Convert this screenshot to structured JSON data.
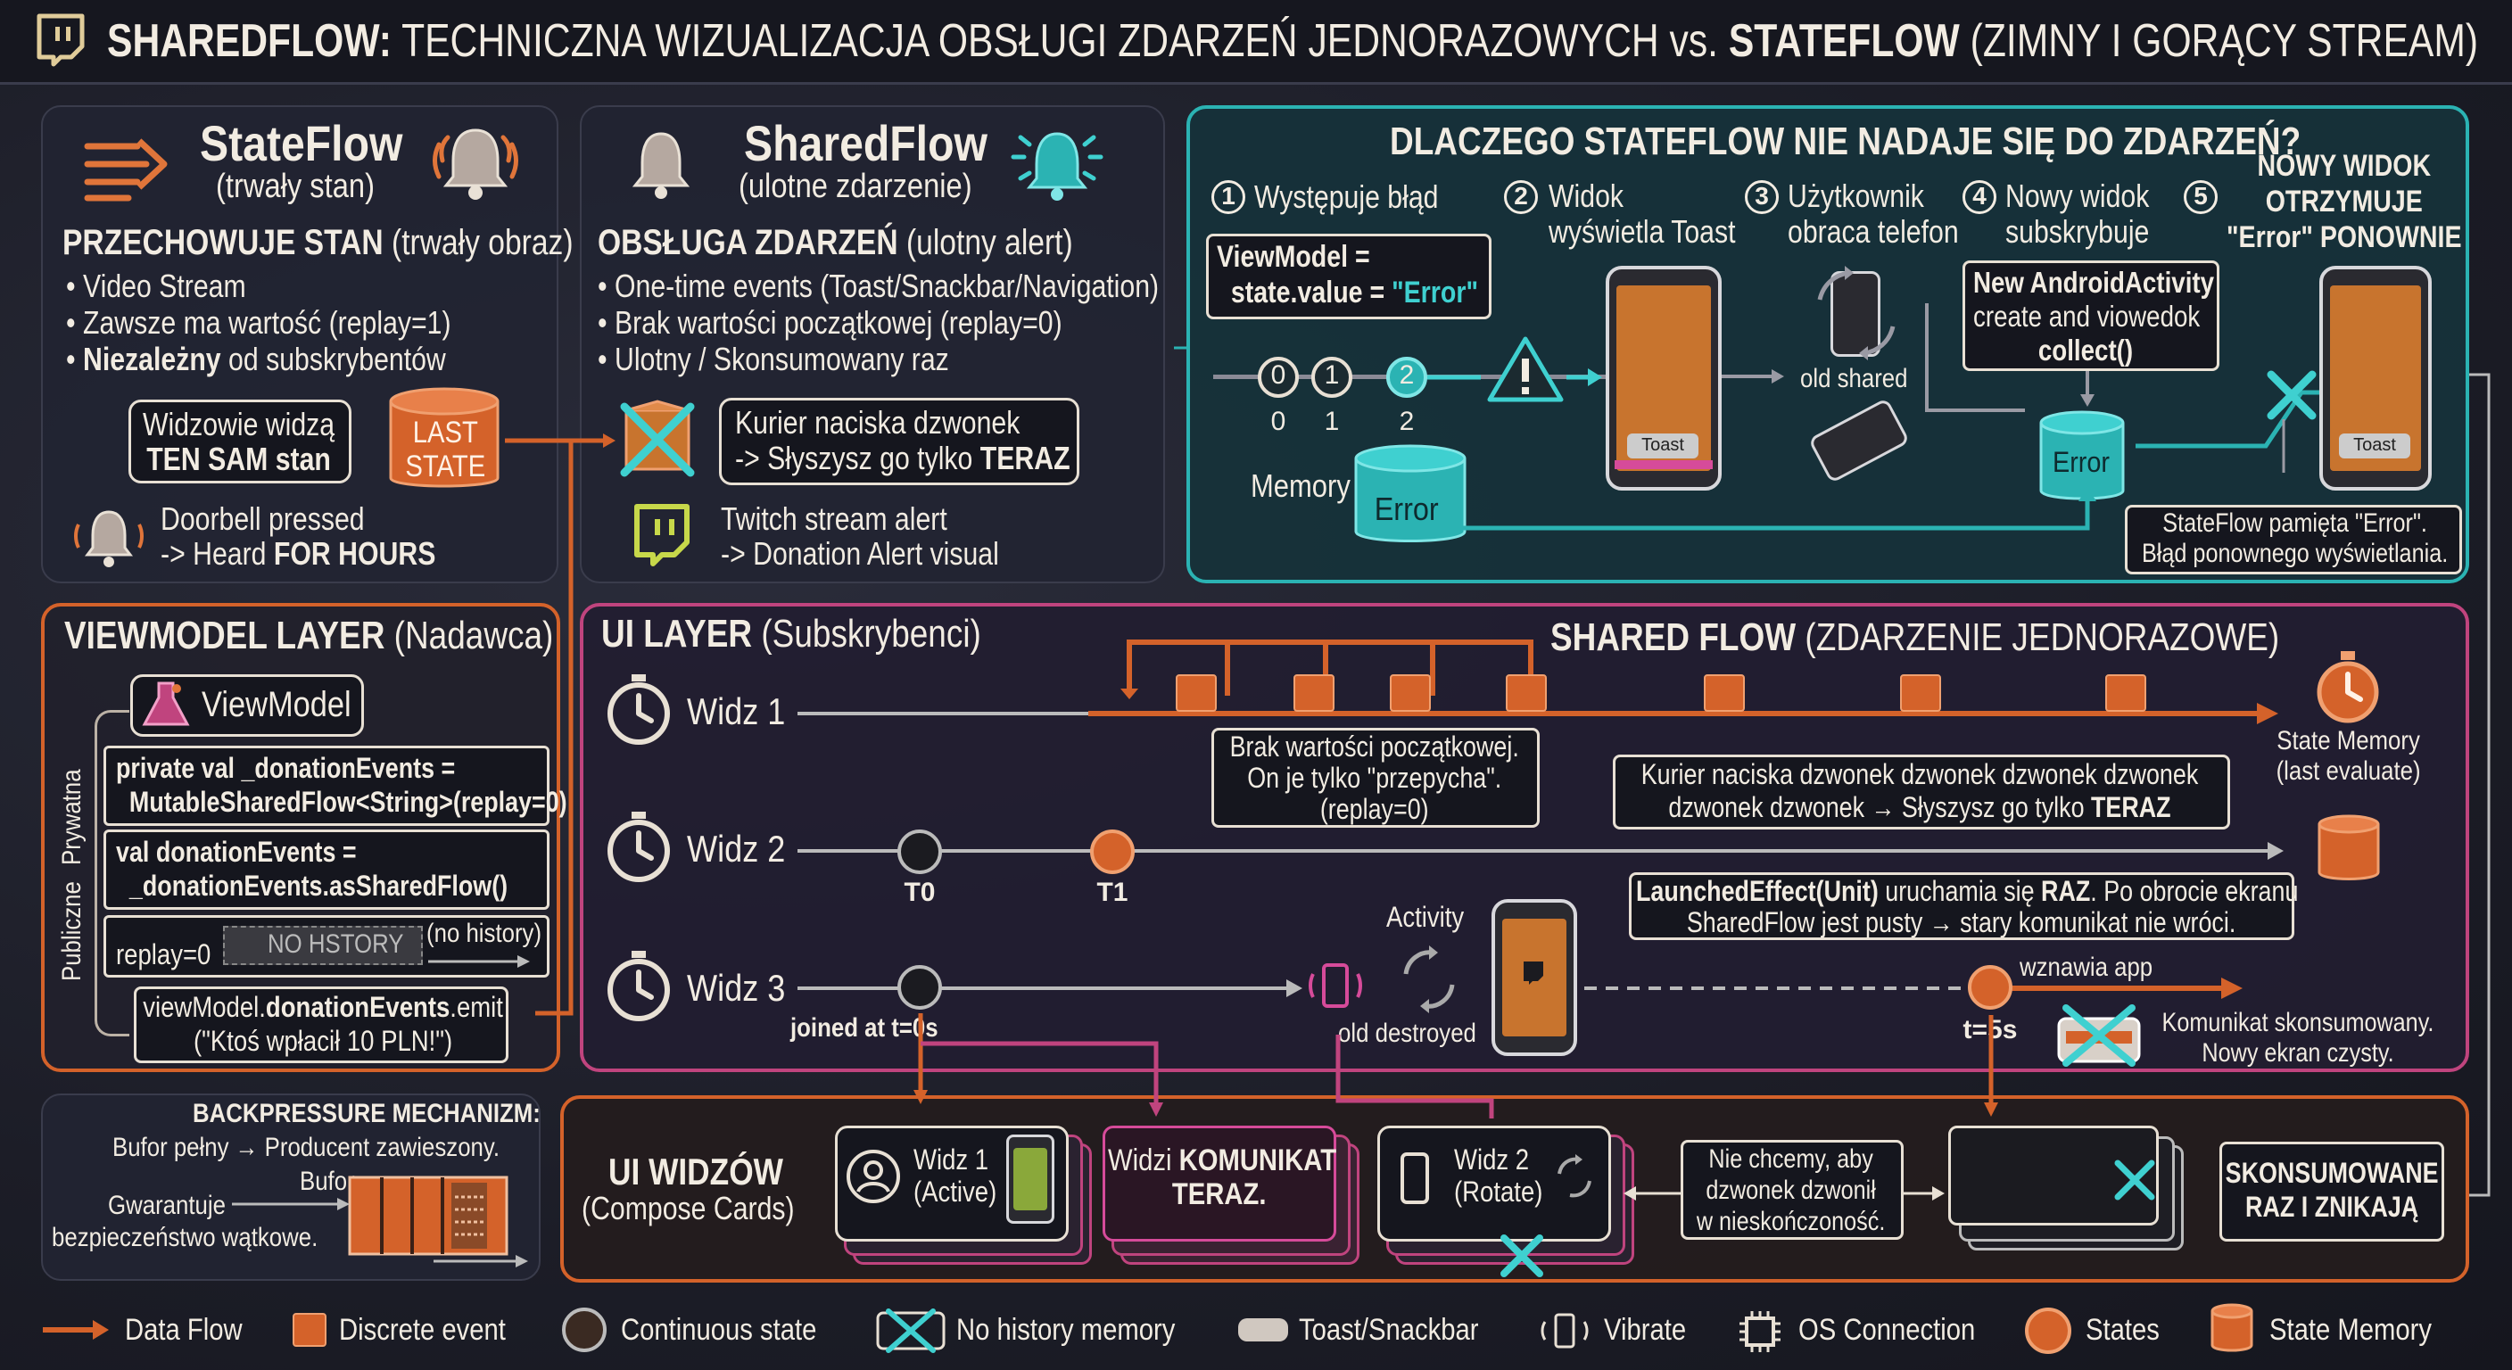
{
  "title": {
    "bold_a": "SHAREDFLOW:",
    "mid": "TECHNICZNA WIZUALIZACJA OBSŁUGI ZDARZEŃ JEDNORAZOWYCH vs.",
    "bold_b": "STATEFLOW",
    "tail": "(ZIMNY I GORĄCY STREAM)"
  },
  "stateflow_card": {
    "name": "StateFlow",
    "sub": "(trwały stan)",
    "heading_bold": "PRZECHOWUJE STAN",
    "heading_rest": "(trwały obraz)",
    "bullet1": "Video Stream",
    "bullet2": "Zawsze ma wartość (replay=1)",
    "bullet3_bold": "Niezależny",
    "bullet3_rest": "od subskrybentów",
    "viewers_line1": "Widzowie widzą",
    "viewers_line2": "TEN SAM stan",
    "last_state": "LAST STATE",
    "doorbell_1": "Doorbell pressed",
    "doorbell_2a": "-> Heard",
    "doorbell_2b": "FOR HOURS"
  },
  "sharedflow_card": {
    "name": "SharedFlow",
    "sub": "(ulotne zdarzenie)",
    "heading_bold": "OBSŁUGA ZDARZEŃ",
    "heading_rest": "(ulotny alert)",
    "bullet1": "One-time events (Toast/Snackbar/Navigation)",
    "bullet2": "Brak wartości początkowej (replay=0)",
    "bullet3": "Ulotny / Skonsumowany raz",
    "courier_1": "Kurier naciska dzwonek",
    "courier_2a": "-> Słyszysz go tylko",
    "courier_2b": "TERAZ",
    "twitch_1": "Twitch stream alert",
    "twitch_2": "-> Donation Alert visual"
  },
  "why_panel": {
    "title": "DLACZEGO STATEFLOW NIE NADAJE SIĘ DO ZDARZEŃ?",
    "step1": "Występuje błąd",
    "step2a": "Widok",
    "step2b": "wyświetla Toast",
    "step3a": "Użytkownik",
    "step3b": "obraca telefon",
    "step4a": "Nowy widok",
    "step4b": "subskrybuje",
    "step5a": "NOWY WIDOK",
    "step5b": "OTRZYMUJE",
    "step5c": "\"Error\" PONOWNIE",
    "n1": "1",
    "n2": "2",
    "n3": "3",
    "n4": "4",
    "n5": "5",
    "vm_line1": "ViewModel =",
    "vm_line2a": "state.value = ",
    "vm_line2b": "\"Error\"",
    "idx0": "0",
    "idx1": "1",
    "idx2": "2",
    "toast": "Toast",
    "old_shared": "old shared",
    "new_act_1": "New AndroidActivity",
    "new_act_2": "create and viowedok",
    "new_act_3": "collect()",
    "error": "Error",
    "memory": "Memory",
    "remember_1": "StateFlow pamięta \"Error\".",
    "remember_2": "Błąd ponownego wyświetlania."
  },
  "vm_layer": {
    "title_bold": "VIEWMODEL LAYER",
    "title_rest": "(Nadawca)",
    "side_private": "Prywatna",
    "side_public": "Publiczne",
    "viewmodel": "ViewModel",
    "code1a": "private val _donationEvents =",
    "code1b": "MutableSharedFlow<String>(replay=0)",
    "code2a": "val donationEvents =",
    "code2b": "_donationEvents.asSharedFlow()",
    "replay": "replay=0",
    "no_history": "NO HSTORY",
    "no_history_paren": "(no history)",
    "emit_a": "viewModel.",
    "emit_b": "donationEvents",
    "emit_c": ".emit",
    "emit_2": "(\"Ktoś wpłacił 10 PLN!\")"
  },
  "backpressure": {
    "title": "BACKPRESSURE MECHANIZM:",
    "line1": "Bufor pełny → Producent zawieszony.",
    "bufor": "Bufor",
    "line2": "Gwarantuje",
    "line3": "bezpieczeństwo wątkowe."
  },
  "ui_layer": {
    "title_bold": "UI LAYER",
    "title_rest": "(Subskrybenci)",
    "shared_bold": "SHARED FLOW",
    "shared_rest": "(ZDARZENIE JEDNORAZOWE)",
    "widz1": "Widz 1",
    "widz2": "Widz 2",
    "widz3": "Widz 3",
    "no_initial_1": "Brak wartości początkowej.",
    "no_initial_2": "On je tylko \"przepycha\".",
    "no_initial_3": "(replay=0)",
    "state_mem_1": "State Memory",
    "state_mem_2": "(last evaluate)",
    "courier_1": "Kurier naciska dzwonek dzwonek dzwonek dzwonek",
    "courier_2": "dzwonek dzwonek → Słyszysz go tylko",
    "courier_2b": "TERAZ",
    "t0": "T0",
    "t1": "T1",
    "activity": "Activity",
    "launched_1a": "LaunchedEffect(Unit)",
    "launched_1b": " uruchamia się ",
    "launched_1c": "RAZ",
    "launched_1d": ". Po obrocie ekranu",
    "launched_2": "SharedFlow jest pusty → stary komunikat nie wróci.",
    "joined": "joined at t=0s",
    "old_destroyed": "old destroyed",
    "resume": "wznawia app",
    "t5": "t=5s",
    "consumed_1": "Komunikat skonsumowany.",
    "consumed_2": "Nowy ekran czysty."
  },
  "bottom": {
    "title": "UI WIDZÓW",
    "sub": "(Compose Cards)",
    "card1a": "Widz 1",
    "card1b": "(Active)",
    "card2a": "Widzi",
    "card2b": "KOMUNIKAT",
    "card2c": "TERAZ.",
    "card3a": "Widz 2",
    "card3b": "(Rotate)",
    "bell_1": "Nie chcemy, aby",
    "bell_2": "dzwonek dzwonił",
    "bell_3": "w nieskończoność.",
    "consumed_1": "SKONSUMOWANE",
    "consumed_2": "RAZ I ZNIKAJĄ"
  },
  "legend": {
    "data_flow": "Data Flow",
    "discrete": "Discrete event",
    "continuous": "Continuous state",
    "no_history": "No history memory",
    "toast": "Toast/Snackbar",
    "vibrate": "Vibrate",
    "os": "OS Connection",
    "states": "States",
    "state_memory": "State Memory"
  },
  "colors": {
    "orange": "#d4622a",
    "teal": "#2bb3b3",
    "pink": "#c0447e",
    "cream": "#f2ece2"
  }
}
